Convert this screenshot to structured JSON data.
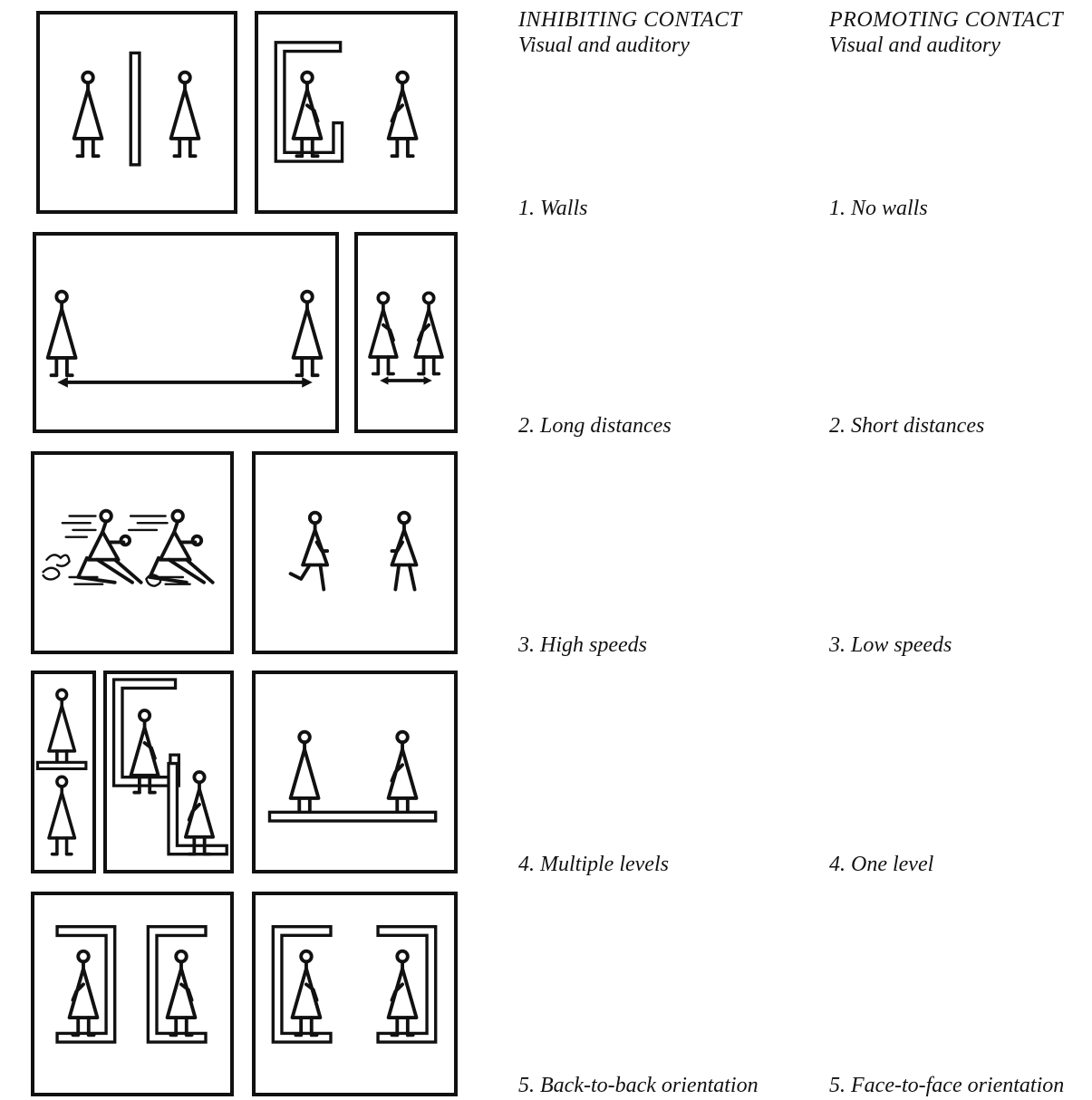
{
  "columns": {
    "inhibiting": {
      "title": "INHIBITING CONTACT",
      "subtitle": "Visual and auditory"
    },
    "promoting": {
      "title": "PROMOTING CONTACT",
      "subtitle": "Visual and auditory"
    }
  },
  "rows": [
    {
      "inhibiting": {
        "num": "1.",
        "text": "Walls"
      },
      "promoting": {
        "num": "1.",
        "text": "No walls"
      }
    },
    {
      "inhibiting": {
        "num": "2.",
        "text": "Long distances"
      },
      "promoting": {
        "num": "2.",
        "text": "Short distances"
      }
    },
    {
      "inhibiting": {
        "num": "3.",
        "text": "High speeds"
      },
      "promoting": {
        "num": "3.",
        "text": "Low speeds"
      }
    },
    {
      "inhibiting": {
        "num": "4.",
        "text": "Multiple levels"
      },
      "promoting": {
        "num": "4.",
        "text": "One level"
      }
    },
    {
      "inhibiting": {
        "num": "5.",
        "text": "Back-to-back orientation"
      },
      "promoting": {
        "num": "5.",
        "text": "Face-to-face orientation"
      }
    }
  ],
  "icons": [
    "person-figure-icon",
    "wall-icon",
    "distance-arrow-icon",
    "speed-lines-icon",
    "floor-level-icon"
  ]
}
